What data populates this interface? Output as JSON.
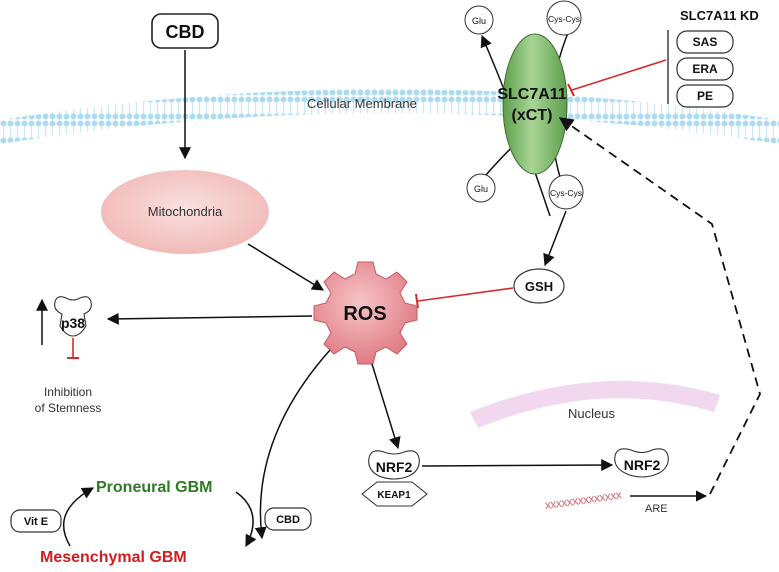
{
  "nodes": {
    "cbd_top": "CBD",
    "membrane_label": "Cellular Membrane",
    "glu_top": "Glu",
    "cys_top": "Cys-Cys",
    "glu_bottom": "Glu",
    "cys_bottom": "Cys-Cys",
    "transporter_line1": "SLC7A11",
    "transporter_line2": "(xCT)",
    "kd_title": "SLC7A11 KD",
    "kd_items": [
      "SAS",
      "ERA",
      "PE"
    ],
    "mitochondria": "Mitochondria",
    "gsh": "GSH",
    "ros": "ROS",
    "p38": "p38",
    "inhibition_line1": "Inhibition",
    "inhibition_line2": "of Stemness",
    "nrf2_cyto": "NRF2",
    "keap1": "KEAP1",
    "nucleus_label": "Nucleus",
    "nrf2_nucleus": "NRF2",
    "are_marks": "xxxxxxxxxxxxxx",
    "are": "ARE",
    "proneural": "Proneural GBM",
    "mesenchymal": "Mesenchymal GBM",
    "vit_e": "Vit E",
    "cbd_cycle": "CBD"
  },
  "colors": {
    "transporter_fill": "#8cc57a",
    "ros_fill": "#e5858d",
    "mitochondria_fill": "#f4c9c7",
    "membrane": "#a9d9ef",
    "inhibition_red": "#d32b2b",
    "proneural_green": "#2f7a25",
    "mesenchymal_red": "#d01e1e",
    "nucleus": "#e9c8e6"
  }
}
